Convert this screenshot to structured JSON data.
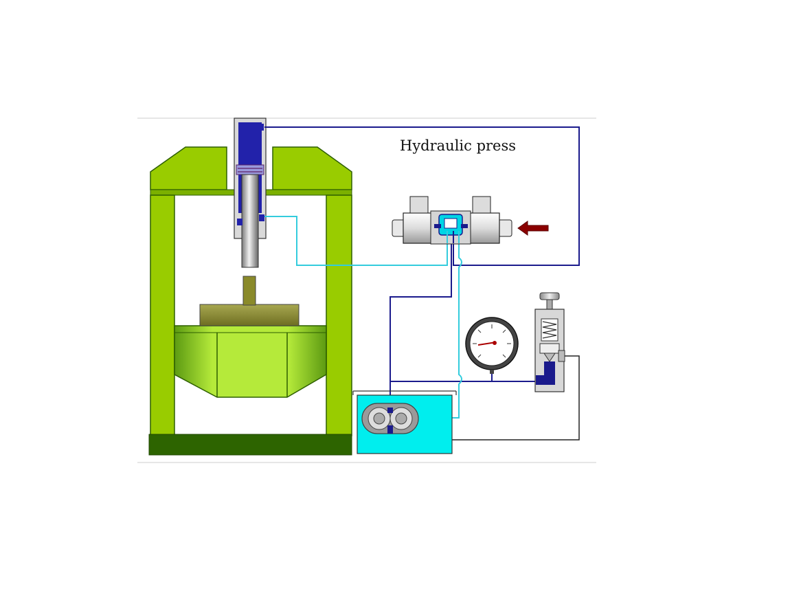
{
  "title": "Hydraulic press",
  "colors": {
    "frame": "#99cc00",
    "frame_dark": "#2d5e00",
    "pressure_line": "#1a1a8c",
    "return_line": "#33ccdd",
    "oil": "#00e5ee",
    "cylinder_oil": "#2222aa",
    "workpiece": "#8a8a2a",
    "arrow": "#8b0000"
  },
  "icons": [
    "press-frame",
    "hydraulic-cylinder",
    "directional-valve",
    "gear-pump",
    "pressure-gauge",
    "relief-valve",
    "oil-tank"
  ]
}
